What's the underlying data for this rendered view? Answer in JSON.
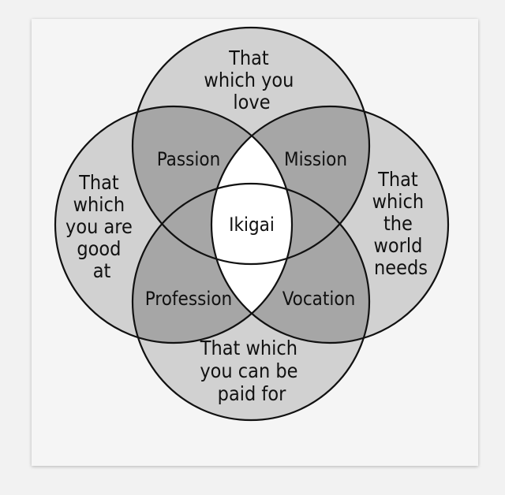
{
  "diagram": {
    "circles": {
      "love": [
        "That",
        "which you",
        "love"
      ],
      "good_at": [
        "That",
        "which",
        "you are",
        "good",
        "at"
      ],
      "world_needs": [
        "That",
        "which",
        "the",
        "world",
        "needs"
      ],
      "paid_for": [
        "That which",
        "you can be",
        "paid for"
      ]
    },
    "overlaps": {
      "passion": "Passion",
      "mission": "Mission",
      "profession": "Profession",
      "vocation": "Vocation",
      "center": "Ikigai"
    }
  },
  "colors": {
    "circle_fill": "#d1d1d1",
    "overlap_fill": "#a6a6a6",
    "center_fill": "#ffffff",
    "stroke": "#111111"
  }
}
